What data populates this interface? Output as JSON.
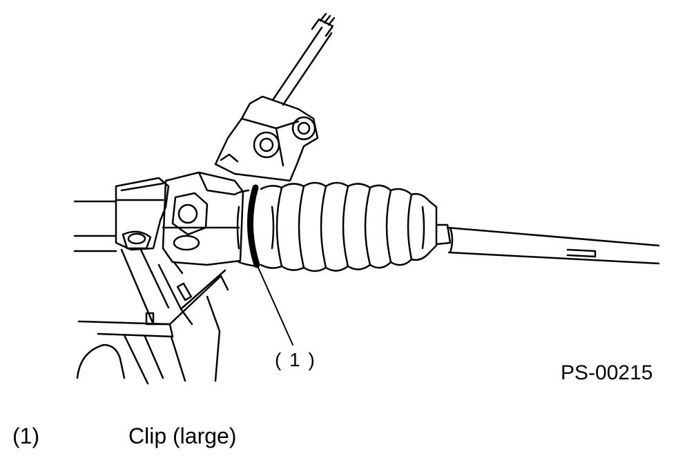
{
  "diagram": {
    "callout_label": "( 1 )",
    "figure_code": "PS-00215",
    "legend": [
      {
        "number": "(1)",
        "description": "Clip (large)"
      }
    ],
    "colors": {
      "ink": "#000000",
      "paper": "#ffffff"
    },
    "icons": [
      "steering-rack-drawing-icon"
    ]
  }
}
